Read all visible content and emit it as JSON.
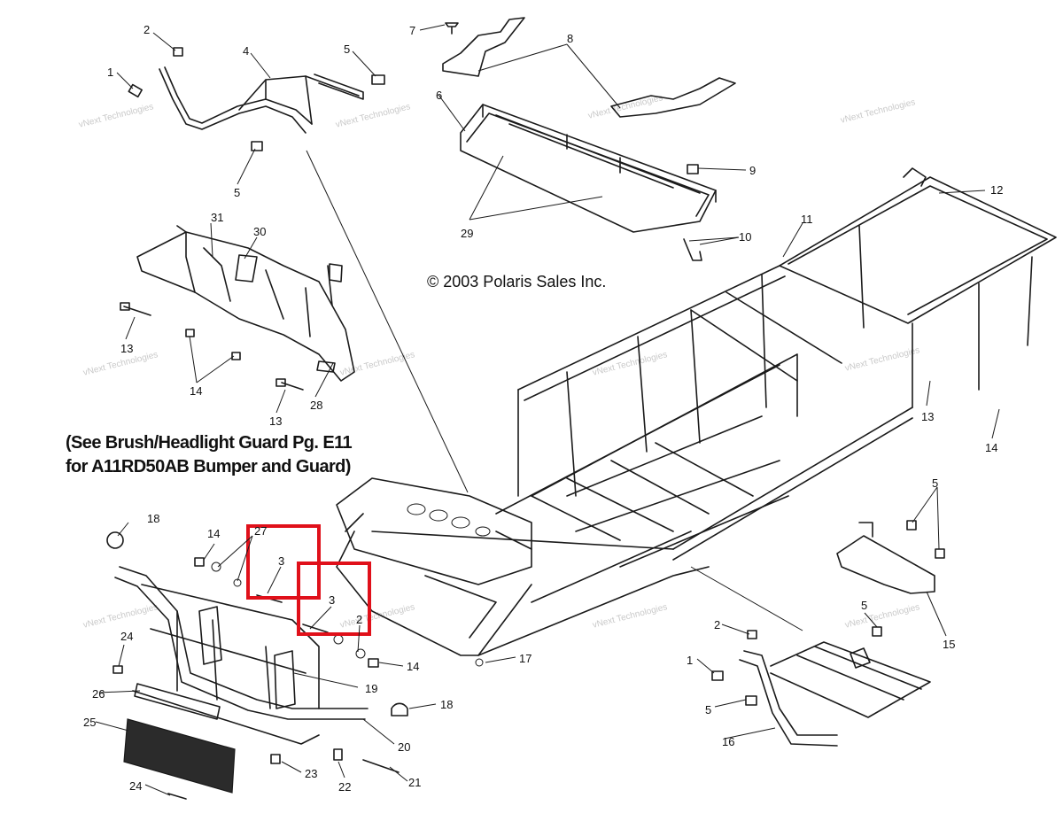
{
  "diagram": {
    "note_line1": "(See Brush/Headlight Guard Pg. E11",
    "note_line2": "for A11RD50AB Bumper and Guard)",
    "copyright": "© 2003 Polaris Sales Inc.",
    "watermark": "vNext Technologies",
    "highlight_color": "#e0101a",
    "line_color": "#1a1a1a",
    "callouts": [
      "1",
      "2",
      "3",
      "4",
      "5",
      "6",
      "7",
      "8",
      "9",
      "10",
      "11",
      "12",
      "13",
      "14",
      "15",
      "16",
      "17",
      "18",
      "19",
      "20",
      "21",
      "22",
      "23",
      "24",
      "25",
      "26",
      "27",
      "28",
      "29",
      "30",
      "31"
    ]
  }
}
